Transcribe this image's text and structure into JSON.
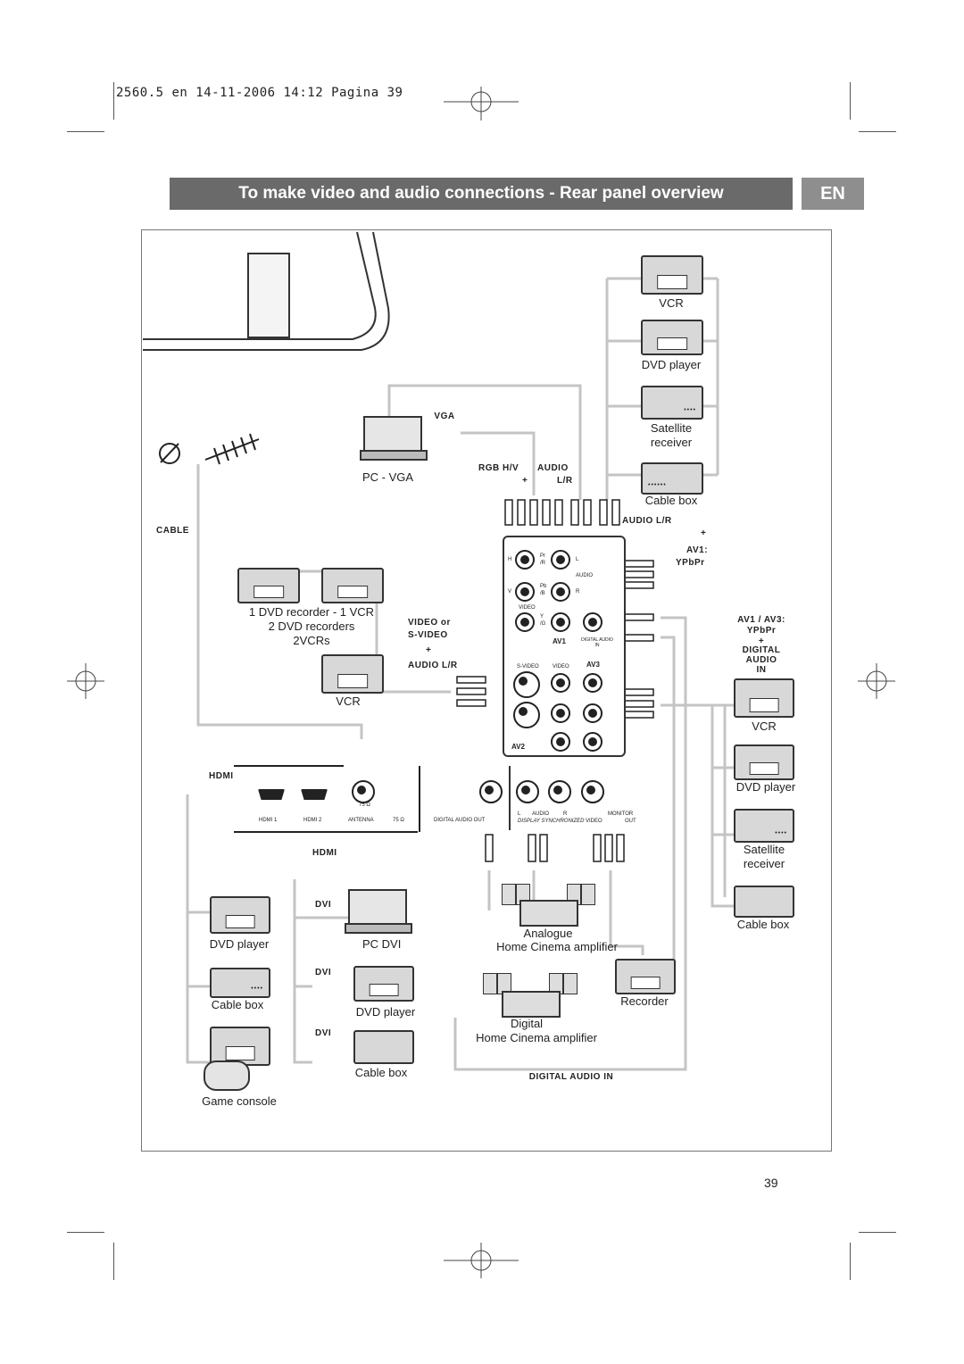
{
  "print_header": "2560.5 en  14-11-2006  14:12  Pagina 39",
  "title": "To make video and audio connections - Rear panel overview",
  "language_badge": "EN",
  "page_number": "39",
  "labels": {
    "vcr_top": "VCR",
    "dvd_player_top": "DVD player",
    "satellite_receiver_top_1": "Satellite",
    "satellite_receiver_top_2": "receiver",
    "cable_box_top": "Cable box",
    "pc_vga": "PC - VGA",
    "vga": "VGA",
    "rgb_hv": "RGB H/V",
    "rgb_plus": "+",
    "audio_top": "AUDIO",
    "audio_lr_top": "L/R",
    "audio_lr_label": "AUDIO L/R",
    "audio_lr_plus": "+",
    "av1": "AV1:",
    "ypbpr": "YPbPr",
    "cable": "CABLE",
    "dvd_recorder_line1": "1 DVD recorder - 1 VCR",
    "dvd_recorder_line2": "2 DVD recorders",
    "dvd_recorder_line3": "2VCRs",
    "vcr_left": "VCR",
    "video_or": "VIDEO or",
    "s_video": "S-VIDEO",
    "plus": "+",
    "audio_lr_left": "AUDIO L/R",
    "av1_av3": "AV1 / AV3:",
    "ypbpr_right": "YPbPr",
    "plus_right": "+",
    "digital": "DIGITAL",
    "audio_right": "AUDIO",
    "in": "IN",
    "vcr_right": "VCR",
    "dvd_player_right": "DVD player",
    "satellite_receiver_right_1": "Satellite",
    "satellite_receiver_right_2": "receiver",
    "cable_box_right": "Cable box",
    "hdmi_top": "HDMI",
    "hdmi1": "HDMI 1",
    "hdmi2": "HDMI 2",
    "antenna": "ANTENNA",
    "ohm": "75 Ω",
    "digital_audio_out": "DIGITAL AUDIO OUT",
    "audio_l": "L",
    "audio_mid": "AUDIO",
    "audio_r": "R",
    "monitor": "MONITOR",
    "display_sync": "DISPLAY SYNCHRONIZED",
    "video": "VIDEO",
    "out": "OUT",
    "hdmi_cable": "HDMI",
    "dvi1": "DVI",
    "dvi2": "DVI",
    "dvi3": "DVI",
    "dvd_player_bl": "DVD player",
    "pc_dvi": "PC DVI",
    "analogue": "Analogue",
    "home_cinema_1": "Home Cinema  amplifier",
    "cable_box_bl": "Cable box",
    "dvd_player_bm": "DVD player",
    "recorder": "Recorder",
    "digital_hc": "Digital",
    "home_cinema_2": "Home Cinema  amplifier",
    "game_console": "Game console",
    "cable_box_bm": "Cable box",
    "digital_audio_in": "DIGITAL AUDIO IN",
    "panel_pr": "Pr",
    "panel_r1": "/R",
    "panel_pb": "Pb",
    "panel_b": "/B",
    "panel_y": "Y",
    "panel_g": "/G",
    "panel_h": "H",
    "panel_v": "V",
    "panel_l": "L",
    "panel_r": "R",
    "panel_audio": "AUDIO",
    "panel_video": "VIDEO",
    "panel_av1": "AV1",
    "panel_digital_audio_in": "DIGITAL AUDIO IN",
    "panel_av3": "AV3",
    "panel_av2": "AV2",
    "panel_svideo": "S-VIDEO"
  }
}
